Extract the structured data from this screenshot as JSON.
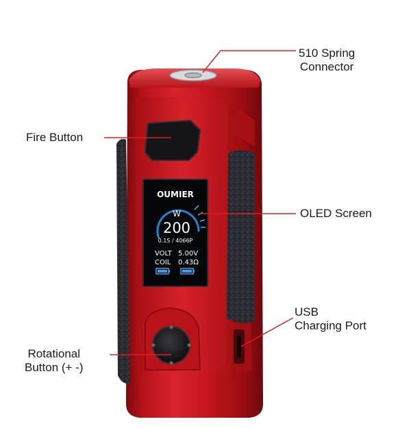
{
  "callouts": {
    "spring_connector": [
      "510 Spring",
      "Connector"
    ],
    "fire_button": "Fire Button",
    "oled_screen": "OLED Screen",
    "usb_port": [
      "USB",
      "Charging Port"
    ],
    "rotational_button": [
      "Rotational",
      "Button (+ -)"
    ]
  },
  "screen": {
    "brand": "OUMIER",
    "unit": "W",
    "wattage": "200",
    "info_line": "0.1S / 4066P",
    "volt_label": "VOLT",
    "volt_value": "5.00V",
    "coil_label": "COIL",
    "coil_value": "0.43Ω"
  },
  "colors": {
    "body_red": "#c8141b",
    "leather": "#2a2b30",
    "leader_line": "#e01e24",
    "screen_accent": "#1e88d8"
  }
}
